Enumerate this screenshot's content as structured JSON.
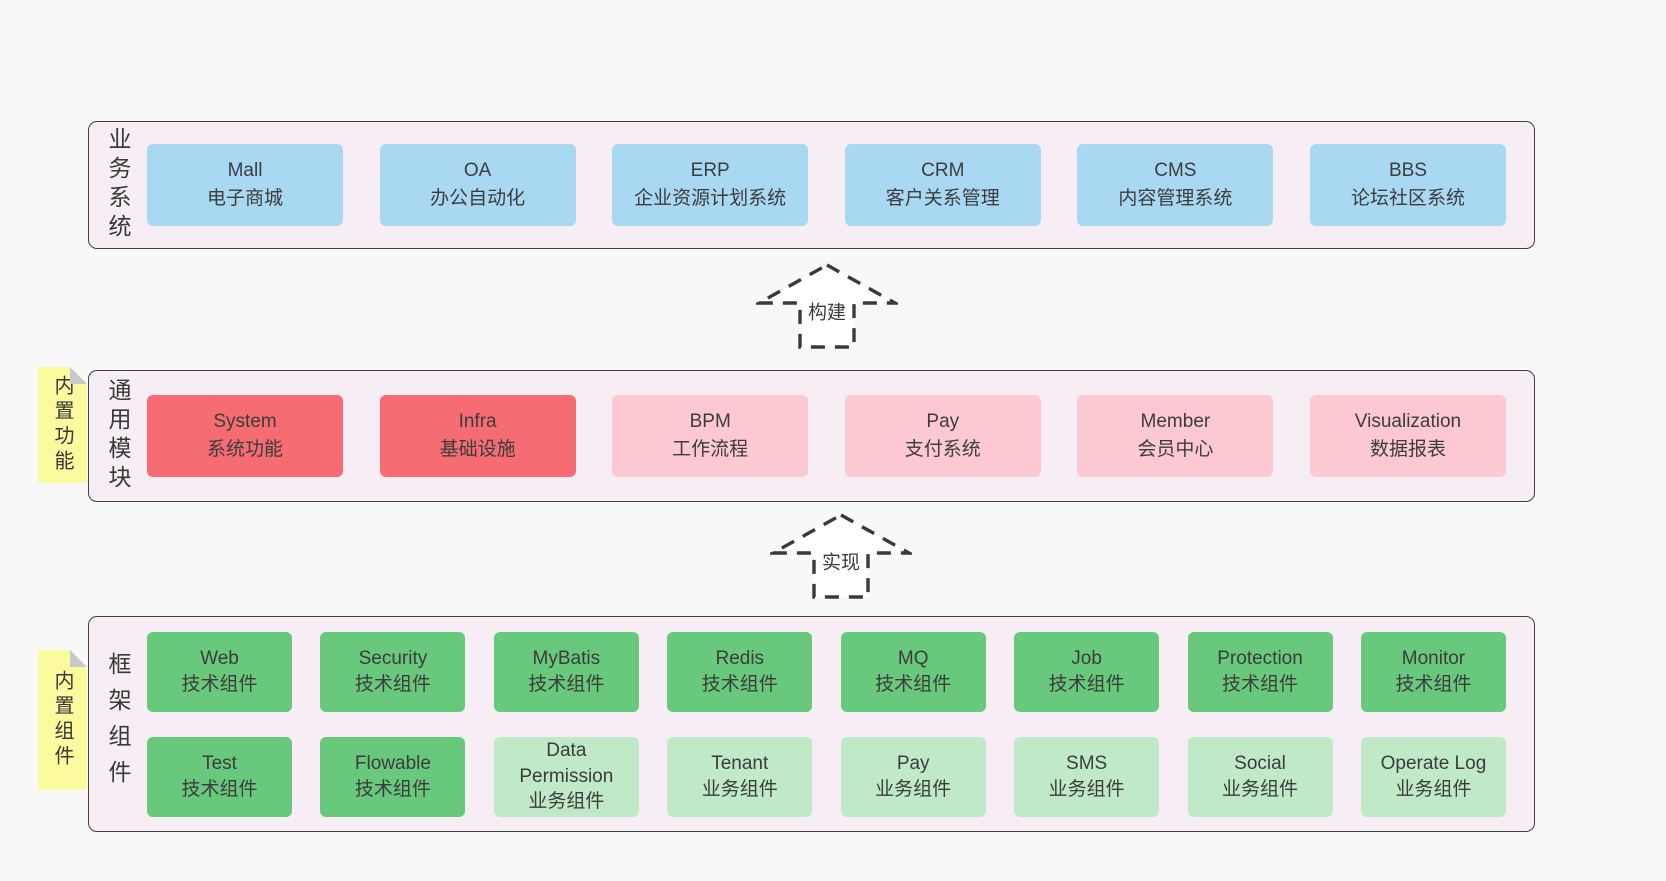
{
  "colors": {
    "page_bg": "#f8f8f8",
    "section_bg": "#f7edf5",
    "section_border": "#3f3f3f",
    "blue_box": "#a9d9f2",
    "red_box": "#f56c72",
    "pink_box": "#fcc9d2",
    "green_box": "#68c87b",
    "light_green_box": "#c0e9c8",
    "sticky_yellow": "#fcfa9e",
    "text": "#3c3c3c"
  },
  "arrows": {
    "build": "构建",
    "implement": "实现"
  },
  "sections": {
    "business": {
      "label": "业务系统",
      "boxes": [
        {
          "en": "Mall",
          "zh": "电子商城",
          "variant": "blue"
        },
        {
          "en": "OA",
          "zh": "办公自动化",
          "variant": "blue"
        },
        {
          "en": "ERP",
          "zh": "企业资源计划系统",
          "variant": "blue"
        },
        {
          "en": "CRM",
          "zh": "客户关系管理",
          "variant": "blue"
        },
        {
          "en": "CMS",
          "zh": "内容管理系统",
          "variant": "blue"
        },
        {
          "en": "BBS",
          "zh": "论坛社区系统",
          "variant": "blue"
        }
      ]
    },
    "modules": {
      "label": "通用模块",
      "sticky": "内置功能",
      "boxes": [
        {
          "en": "System",
          "zh": "系统功能",
          "variant": "red"
        },
        {
          "en": "Infra",
          "zh": "基础设施",
          "variant": "red"
        },
        {
          "en": "BPM",
          "zh": "工作流程",
          "variant": "pink"
        },
        {
          "en": "Pay",
          "zh": "支付系统",
          "variant": "pink"
        },
        {
          "en": "Member",
          "zh": "会员中心",
          "variant": "pink"
        },
        {
          "en": "Visualization",
          "zh": "数据报表",
          "variant": "pink"
        }
      ]
    },
    "framework": {
      "label": "框架组件",
      "sticky": "内置组件",
      "row1": [
        {
          "en": "Web",
          "zh": "技术组件",
          "variant": "green"
        },
        {
          "en": "Security",
          "zh": "技术组件",
          "variant": "green"
        },
        {
          "en": "MyBatis",
          "zh": "技术组件",
          "variant": "green"
        },
        {
          "en": "Redis",
          "zh": "技术组件",
          "variant": "green"
        },
        {
          "en": "MQ",
          "zh": "技术组件",
          "variant": "green"
        },
        {
          "en": "Job",
          "zh": "技术组件",
          "variant": "green"
        },
        {
          "en": "Protection",
          "zh": "技术组件",
          "variant": "green"
        },
        {
          "en": "Monitor",
          "zh": "技术组件",
          "variant": "green"
        }
      ],
      "row2": [
        {
          "en": "Test",
          "zh": "技术组件",
          "variant": "green"
        },
        {
          "en": "Flowable",
          "zh": "技术组件",
          "variant": "green"
        },
        {
          "en": "Data Permission",
          "zh": "业务组件",
          "variant": "light-green"
        },
        {
          "en": "Tenant",
          "zh": "业务组件",
          "variant": "light-green"
        },
        {
          "en": "Pay",
          "zh": "业务组件",
          "variant": "light-green"
        },
        {
          "en": "SMS",
          "zh": "业务组件",
          "variant": "light-green"
        },
        {
          "en": "Social",
          "zh": "业务组件",
          "variant": "light-green"
        },
        {
          "en": "Operate Log",
          "zh": "业务组件",
          "variant": "light-green"
        }
      ]
    }
  }
}
